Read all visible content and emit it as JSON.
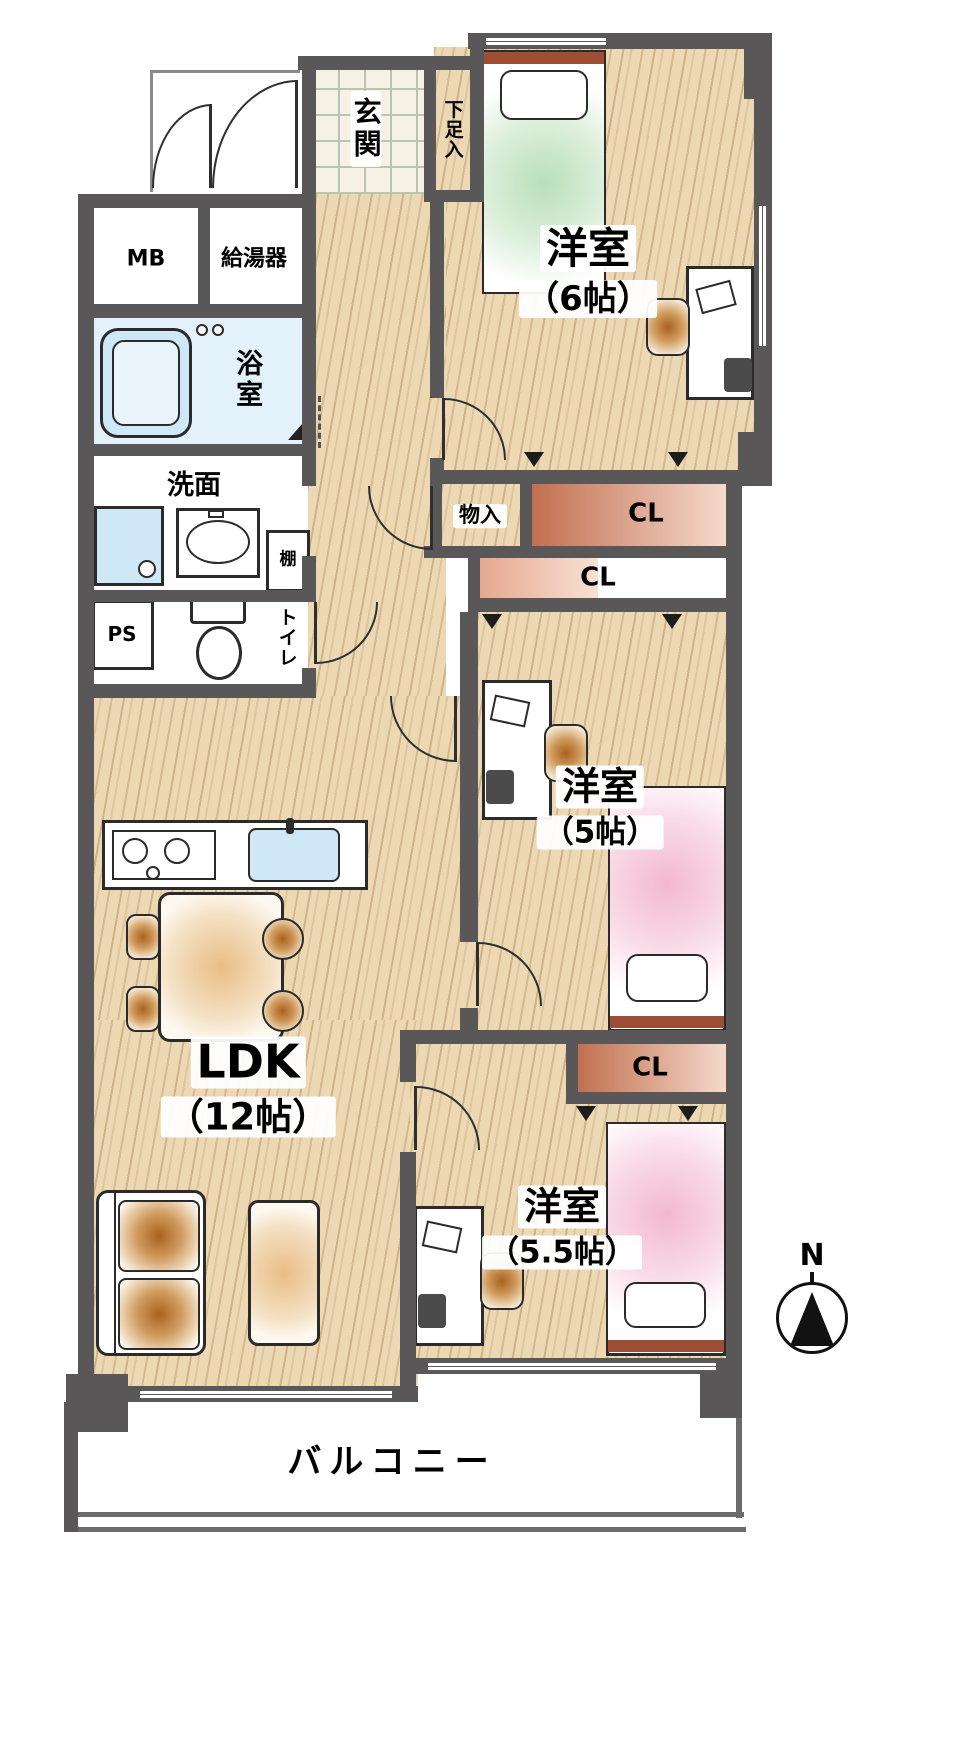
{
  "compass": {
    "label": "N"
  },
  "entry": {
    "genkan": "玄関",
    "shoebox": "下足入"
  },
  "utility": {
    "mb": "MB",
    "water_heater": "給湯器",
    "bath": "浴室",
    "washroom": "洗面",
    "shelf": "棚",
    "ps": "PS",
    "toilet": "トイレ"
  },
  "storage": {
    "monoire": "物入",
    "closet1": "CL",
    "closet2": "CL",
    "closet3": "CL"
  },
  "rooms": {
    "bedroom6": {
      "name": "洋室",
      "size": "（6帖）"
    },
    "bedroom5": {
      "name": "洋室",
      "size": "（5帖）"
    },
    "bedroom55": {
      "name": "洋室",
      "size": "（5.5帖）"
    },
    "ldk": {
      "name": "LDK",
      "size": "（12帖）"
    }
  },
  "balcony": {
    "label": "バルコニー"
  },
  "colors": {
    "wall": "#595757",
    "wood_floor": "#ecd9b4",
    "entry_tile": "#f5f1e4",
    "water_blue": "#cfe8f7",
    "closet_accent": "#c1704f",
    "bed_green": "#b9dfba",
    "bed_pink": "#f2b8d0",
    "furniture_brown": "#b06a33",
    "headboard_red": "#9e4e35"
  }
}
